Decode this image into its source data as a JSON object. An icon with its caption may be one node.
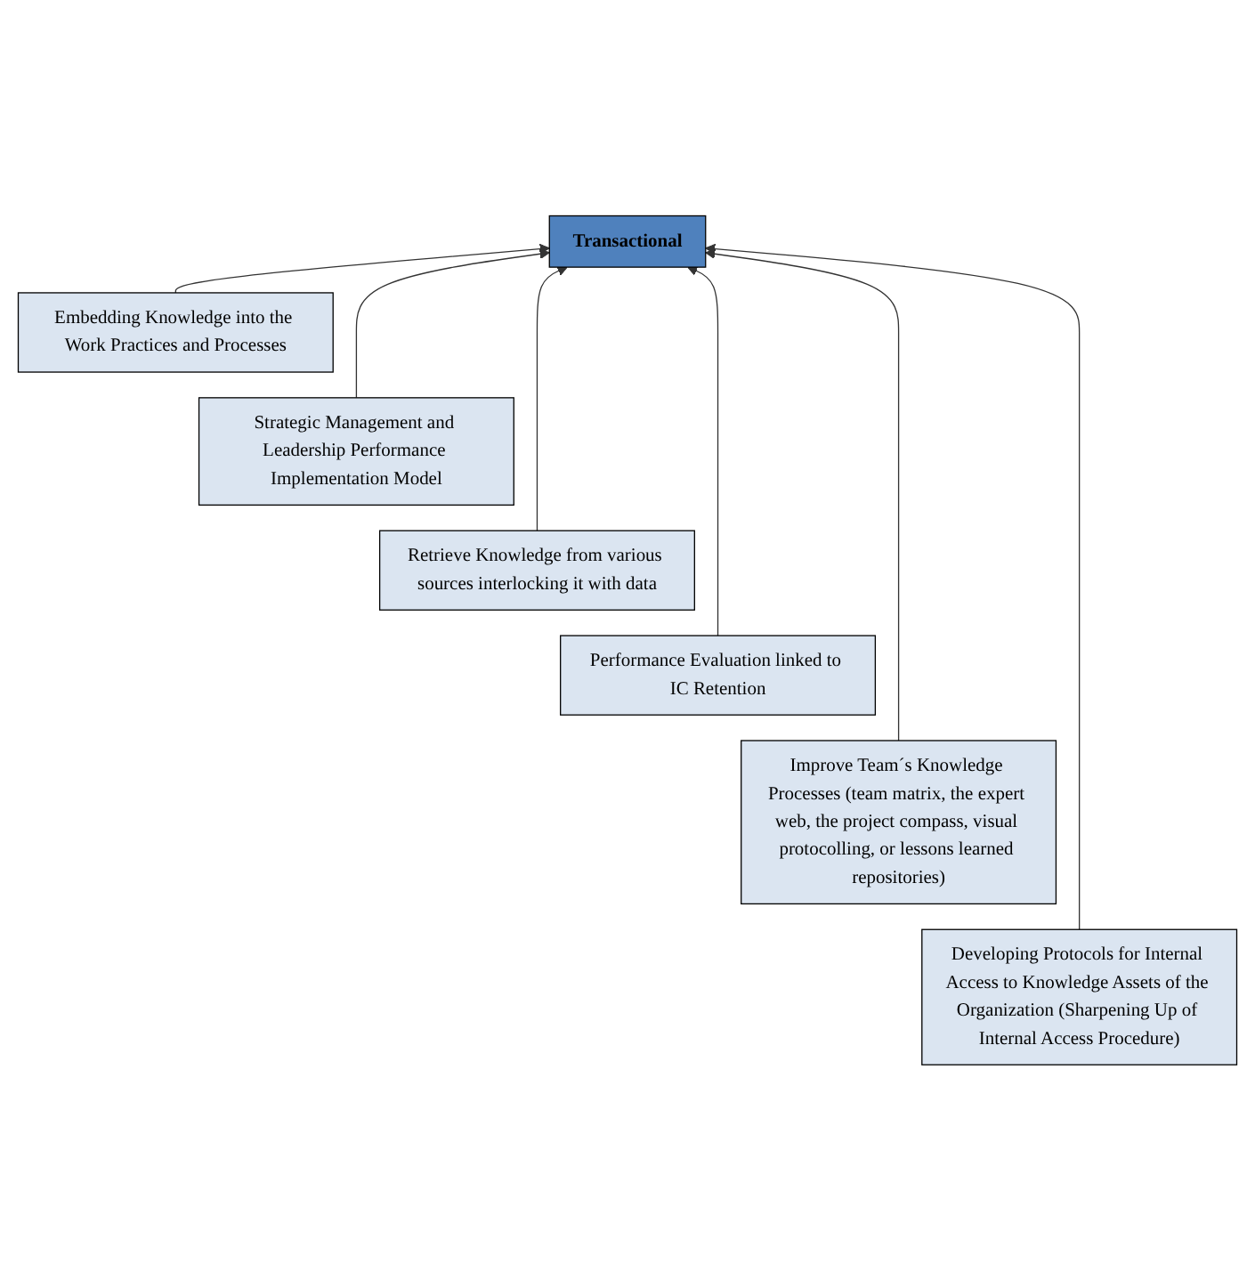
{
  "diagram": {
    "nodes": [
      {
        "text": [
          "Transactional"
        ]
      },
      {
        "text": [
          "Embedding Knowledge into the Work Practices and Processes"
        ]
      },
      {
        "text": [
          "Strategic Management and Leadership Performance Implementation Model"
        ]
      },
      {
        "text": [
          "Retrieve Knowledge from various sources interlocking it with data"
        ]
      },
      {
        "text": [
          "Performance Evaluation linked to IC Retention"
        ]
      },
      {
        "text": [
          "Improve Team´s Knowledge Processes (team matrix, the expert web, the project compass, visual protocolling, or lessons learned repositories)"
        ]
      },
      {
        "text": [
          "Developing Protocols for Internal Access to Knowledge Assets of the Organization (Sharpening Up of Internal Access Procedure)"
        ]
      }
    ],
    "edges": [
      {
        "from": 1,
        "to": 0,
        "arrow": "to"
      },
      {
        "from": 2,
        "to": 0,
        "arrow": "to"
      },
      {
        "from": 3,
        "to": 0,
        "arrow": "to"
      },
      {
        "from": 4,
        "to": 0,
        "arrow": "to"
      },
      {
        "from": 5,
        "to": 0,
        "arrow": "to"
      },
      {
        "from": 6,
        "to": 0,
        "arrow": "to"
      }
    ]
  }
}
